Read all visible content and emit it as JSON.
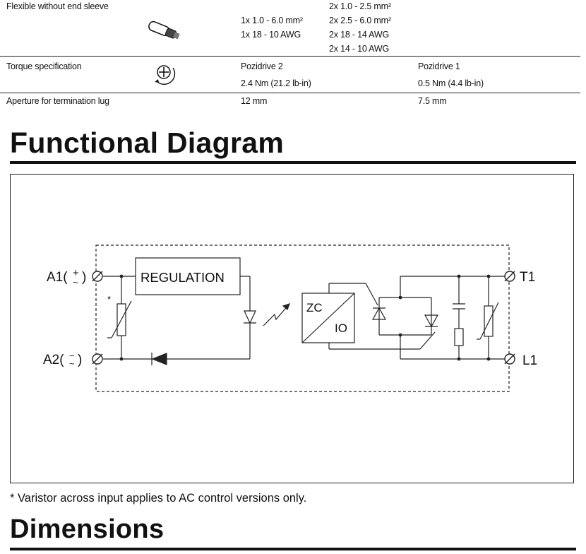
{
  "spec_table": {
    "flexible": {
      "label": "Flexible without end sleeve",
      "col1": [
        "1x  1.0 - 6.0 mm²",
        "1x  18 - 10 AWG"
      ],
      "col2": [
        "2x  1.0 - 2.5 mm²",
        "2x  2.5 - 6.0 mm²",
        "2x  18 - 14 AWG",
        "2x  14 - 10 AWG"
      ]
    },
    "torque": {
      "label": "Torque specification",
      "col1_head": "Pozidrive 2",
      "col1_value": "2.4 Nm (21.2 lb-in)",
      "col2_head": "Pozidrive 1",
      "col2_value": "0.5 Nm (4.4 lb-in)"
    },
    "aperture": {
      "label": "Aperture for termination lug",
      "col1": "12 mm",
      "col2": "7.5 mm"
    }
  },
  "functional_diagram": {
    "heading": "Functional Diagram",
    "labels": {
      "a1": "A1(",
      "a1_sign": "+",
      "a1_tail": ")",
      "a2": "A2(",
      "a2_sign": "−",
      "a2_tail": ")",
      "t1": "T1",
      "l1": "L1",
      "regulation": "REGULATION",
      "zc": "ZC",
      "io": "IO",
      "asterisk": "*"
    },
    "footnote": "* Varistor across input applies to AC control versions only."
  },
  "dimensions": {
    "heading": "Dimensions"
  }
}
